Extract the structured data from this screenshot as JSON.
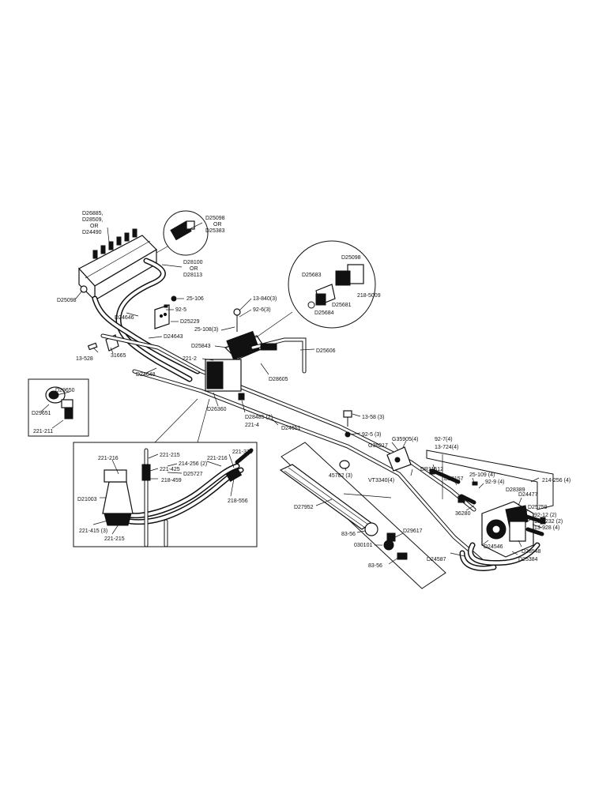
{
  "labels": {
    "a1": "D26885,",
    "a2": "D28509,",
    "a3": "OR",
    "a4": "D24490",
    "b1": "D25098",
    "b2": "OR",
    "b3": "D25383",
    "c1": "D28100",
    "c2": "OR",
    "c3": "D28113",
    "d": "D25098",
    "e": "25-106",
    "f": "92-5",
    "g": "D24646",
    "h": "D25229",
    "i": "D24643",
    "j": "13-528",
    "k": "31665",
    "l": "D24648",
    "m1": "D25098",
    "m2": "D25683",
    "m3": "D25681",
    "m4": "218-5009",
    "m5": "D25684",
    "n": "13-840(3)",
    "o": "92-6(3)",
    "p": "25-108(3)",
    "q": "D25843",
    "r": "221-2",
    "s": "D25606",
    "t": "D28605",
    "u": "D26360",
    "v": "D28485 (2)",
    "w": "221-4",
    "x": "D24651",
    "y1": "13-58 (3)",
    "y2": "92-5 (3)",
    "z1": "D29650",
    "z2": "D29651",
    "z3": "221-211",
    "aa1": "221-216",
    "aa2": "221-215",
    "aa3": "221-425",
    "aa4": "214-256 (2)",
    "aa5": "D25727",
    "aa6": "218-459",
    "aa7": "D21003",
    "aa8": "221-415 (3)",
    "aa9": "221-215",
    "aa10": "221-216",
    "aa11": "221-378",
    "aa12": "218-556",
    "bb1": "G36217",
    "bb2": "G35905(4)",
    "bb3": "92-7(4)",
    "bb4": "13-724(4)",
    "bb5": "45782 (3)",
    "bb6": "VT3340(4)",
    "bb7": "DR11512",
    "bb8": "D28157",
    "bb9": "25-109 (4)",
    "bb10": "92-9 (4)",
    "bb11": "D28389",
    "bb12": "D24477",
    "bb13": "214-256 (4)",
    "bb14": "36280",
    "bb15": "D25759",
    "bb16": "92-12 (2)",
    "bb17": "13-1232 (2)",
    "bb18": "13-928  (4)",
    "bb19": "D24546",
    "bb20": "D28548",
    "bb21": "D24587",
    "bb22": "D25384",
    "cc1": "D27952",
    "cc2": "83-56",
    "cc3": "D29617",
    "cc4": "030101",
    "cc5": "83-56"
  }
}
